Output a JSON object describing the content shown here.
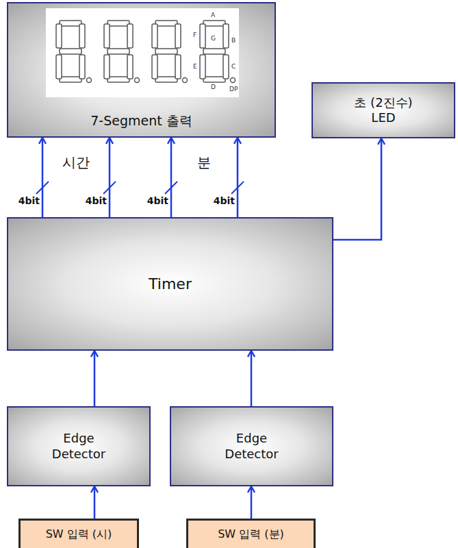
{
  "diagram": {
    "nodes": [
      {
        "text": [
          "7-Segment 출력"
        ]
      },
      {
        "text": [
          "초 (2진수) LED"
        ]
      },
      {
        "text": [
          "Timer"
        ]
      },
      {
        "text": [
          "Edge Detector"
        ]
      },
      {
        "text": [
          "Edge Detector"
        ]
      },
      {
        "text": [
          "SW 입력 (시)"
        ]
      },
      {
        "text": [
          "SW 입력 (분)"
        ]
      }
    ],
    "edges": [
      {
        "from": 2,
        "to": 0,
        "arrow": "to",
        "label": "4bit"
      },
      {
        "from": 2,
        "to": 0,
        "arrow": "to",
        "label": "4bit"
      },
      {
        "from": 2,
        "to": 0,
        "arrow": "to",
        "label": "4bit"
      },
      {
        "from": 2,
        "to": 0,
        "arrow": "to",
        "label": "4bit"
      },
      {
        "from": 2,
        "to": 1,
        "arrow": "to"
      },
      {
        "from": 3,
        "to": 2,
        "arrow": "to"
      },
      {
        "from": 4,
        "to": 2,
        "arrow": "to"
      },
      {
        "from": 5,
        "to": 3,
        "arrow": "to"
      },
      {
        "from": 6,
        "to": 4,
        "arrow": "to"
      }
    ],
    "labels": [
      "시간",
      "분",
      "A",
      "B",
      "C",
      "D",
      "E",
      "F",
      "G",
      "DP"
    ]
  }
}
